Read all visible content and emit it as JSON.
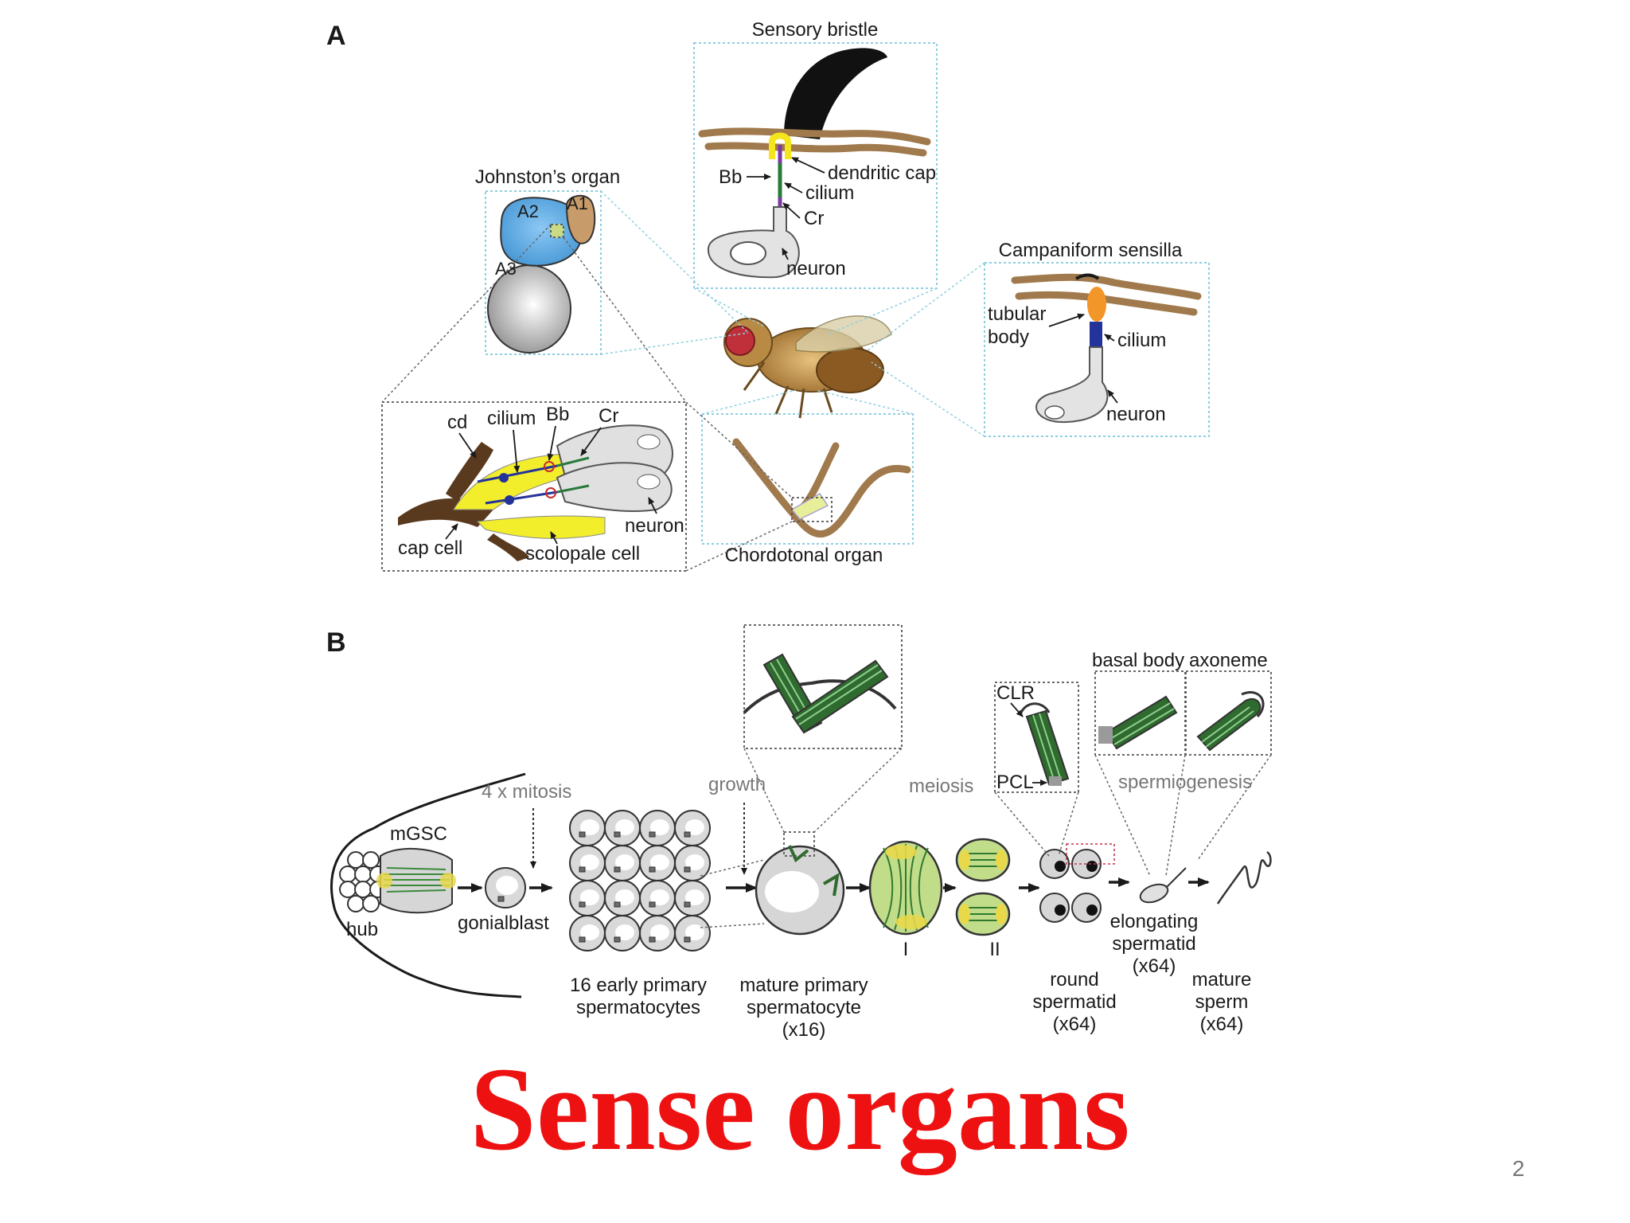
{
  "slide": {
    "title": "Sense organs",
    "page_number": "2",
    "title_color": "#ee1111"
  },
  "panel_a": {
    "letter": "A",
    "sensory_bristle": {
      "title": "Sensory bristle",
      "labels": {
        "bb": "Bb",
        "dendritic_cap": "dendritic cap",
        "cilium": "cilium",
        "cr": "Cr",
        "neuron": "neuron"
      }
    },
    "johnstons_organ": {
      "title": "Johnston’s organ",
      "labels": {
        "a1": "A1",
        "a2": "A2",
        "a3": "A3"
      }
    },
    "campaniform_sensilla": {
      "title": "Campaniform sensilla",
      "labels": {
        "tubular": "tubular",
        "body": "body",
        "cilium": "cilium",
        "neuron": "neuron"
      }
    },
    "scolopidium": {
      "labels": {
        "cd": "cd",
        "cilium": "cilium",
        "bb": "Bb",
        "cr": "Cr",
        "neuron": "neuron",
        "cap_cell": "cap cell",
        "scolopale_cell": "scolopale cell"
      }
    },
    "chordotonal_organ": {
      "title": "Chordotonal organ"
    }
  },
  "panel_b": {
    "letter": "B",
    "labels": {
      "mgsc": "mGSC",
      "hub": "hub",
      "gonialblast": "gonialblast",
      "mitosis": "4 x mitosis",
      "early_1": "16 early primary",
      "early_2": "spermatocytes",
      "growth": "growth",
      "mature_1": "mature primary",
      "mature_2": "spermatocyte",
      "mature_3": "(x16)",
      "meiosis": "meiosis",
      "meiosis_i": "I",
      "meiosis_ii": "II",
      "clr": "CLR",
      "pcl": "PCL",
      "basal_body": "basal body",
      "axoneme": "axoneme",
      "spermiogenesis": "spermiogenesis",
      "round_1": "round",
      "round_2": "spermatid",
      "round_3": "(x64)",
      "elong_1": "elongating",
      "elong_2": "spermatid",
      "elong_3": "(x64)",
      "sperm_1": "mature",
      "sperm_2": "sperm",
      "sperm_3": "(x64)"
    }
  }
}
